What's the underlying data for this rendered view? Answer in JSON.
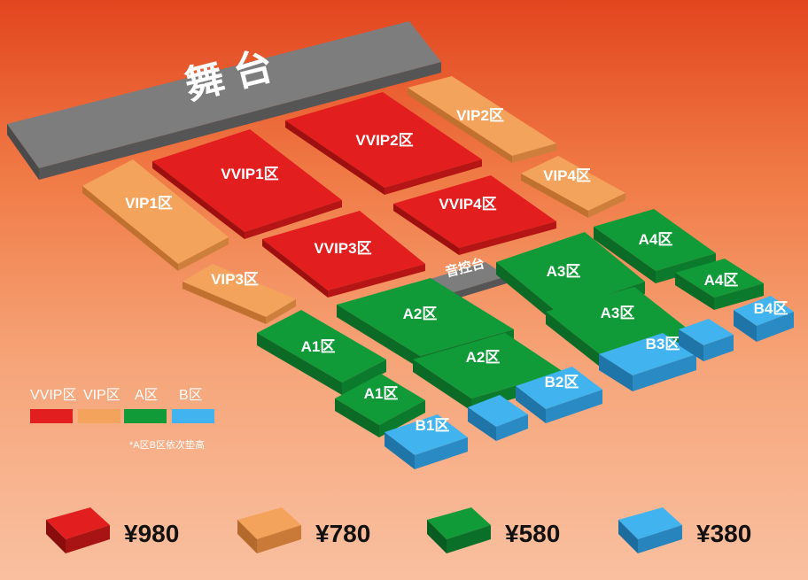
{
  "stage_label": "舞 台",
  "sound_desk_label": "音控台",
  "colors": {
    "vvip": "#e31e1e",
    "vip": "#f4a35c",
    "a": "#109a38",
    "b": "#41b4ef",
    "stage": "#7d7d7d"
  },
  "sections": {
    "vvip1": "VVIP1区",
    "vvip2": "VVIP2区",
    "vvip3": "VVIP3区",
    "vvip4": "VVIP4区",
    "vip1": "VIP1区",
    "vip2": "VIP2区",
    "vip3": "VIP3区",
    "vip4": "VIP4区",
    "a1_left": "A1区",
    "a1_right": "A1区",
    "a2_top": "A2区",
    "a2_bottom": "A2区",
    "a3_top": "A3区",
    "a3_bottom": "A3区",
    "a4_top": "A4区",
    "a4_bottom": "A4区",
    "b1": "B1区",
    "b2": "B2区",
    "b3": "B3区",
    "b4": "B4区"
  },
  "legend": {
    "items": [
      {
        "label": "VVIP区",
        "color": "#e31e1e"
      },
      {
        "label": "VIP区",
        "color": "#f4a35c"
      },
      {
        "label": "A区",
        "color": "#109a38"
      },
      {
        "label": "B区",
        "color": "#41b4ef"
      }
    ],
    "note": "*A区B区依次垫高"
  },
  "prices": [
    {
      "label": "¥980",
      "color": "#e31e1e"
    },
    {
      "label": "¥780",
      "color": "#f4a35c"
    },
    {
      "label": "¥580",
      "color": "#109a38"
    },
    {
      "label": "¥380",
      "color": "#41b4ef"
    }
  ]
}
